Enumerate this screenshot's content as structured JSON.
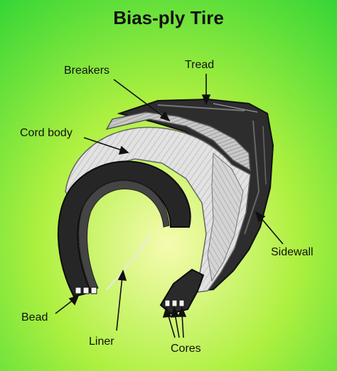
{
  "title": "Bias-ply Tire",
  "labels": {
    "breakers": "Breakers",
    "tread": "Tread",
    "cord_body": "Cord body",
    "sidewall": "Sidewall",
    "bead": "Bead",
    "liner": "Liner",
    "cores": "Cores"
  },
  "colors": {
    "background_center": "#f6fbb0",
    "background_mid": "#aef040",
    "background_edge": "#2fd436",
    "rubber": "#2b2b2b",
    "cord_body": "#dedede",
    "text": "#111111"
  }
}
